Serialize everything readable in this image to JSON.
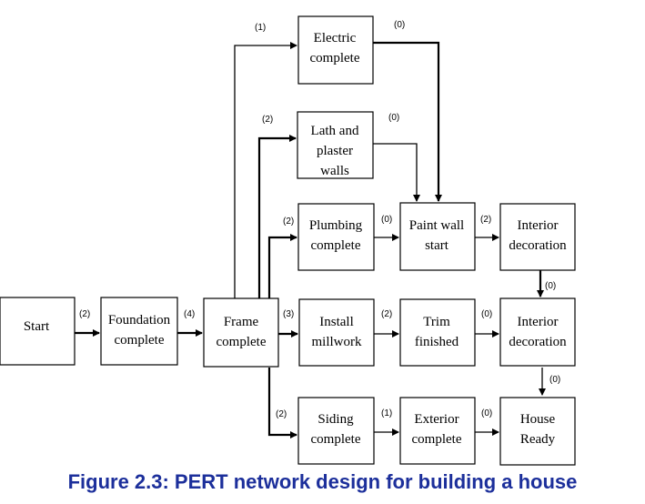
{
  "nodes": {
    "start": {
      "lines": [
        "Start"
      ]
    },
    "foundation": {
      "lines": [
        "Foundation",
        "complete"
      ]
    },
    "frame": {
      "lines": [
        "Frame",
        "complete"
      ]
    },
    "electric": {
      "lines": [
        "Electric",
        "complete"
      ]
    },
    "lath": {
      "lines": [
        "Lath and",
        "plaster",
        "walls"
      ]
    },
    "plumbing": {
      "lines": [
        "Plumbing",
        "complete"
      ]
    },
    "paint": {
      "lines": [
        "Paint wall",
        "start"
      ]
    },
    "interior1": {
      "lines": [
        "Interior",
        "decoration"
      ]
    },
    "millwork": {
      "lines": [
        "Install",
        "millwork"
      ]
    },
    "trim": {
      "lines": [
        "Trim",
        "finished"
      ]
    },
    "interior2": {
      "lines": [
        "Interior",
        "decoration"
      ]
    },
    "siding": {
      "lines": [
        "Siding",
        "complete"
      ]
    },
    "exterior": {
      "lines": [
        "Exterior",
        "complete"
      ]
    },
    "house": {
      "lines": [
        "House",
        "Ready"
      ]
    }
  },
  "edges": {
    "start_foundation": "(2)",
    "foundation_frame": "(4)",
    "frame_electric": "(1)",
    "frame_lath": "(2)",
    "frame_plumbing": "(2)",
    "frame_millwork": "(3)",
    "frame_siding": "(2)",
    "electric_paint": "(0)",
    "lath_paint": "(0)",
    "plumbing_paint": "(0)",
    "paint_interior1": "(2)",
    "interior1_interior2": "(0)",
    "millwork_trim": "(2)",
    "trim_interior2": "(0)",
    "interior2_house": "(0)",
    "siding_exterior": "(1)",
    "exterior_house": "(0)"
  },
  "caption": "Figure 2.3: PERT network design for building a house"
}
